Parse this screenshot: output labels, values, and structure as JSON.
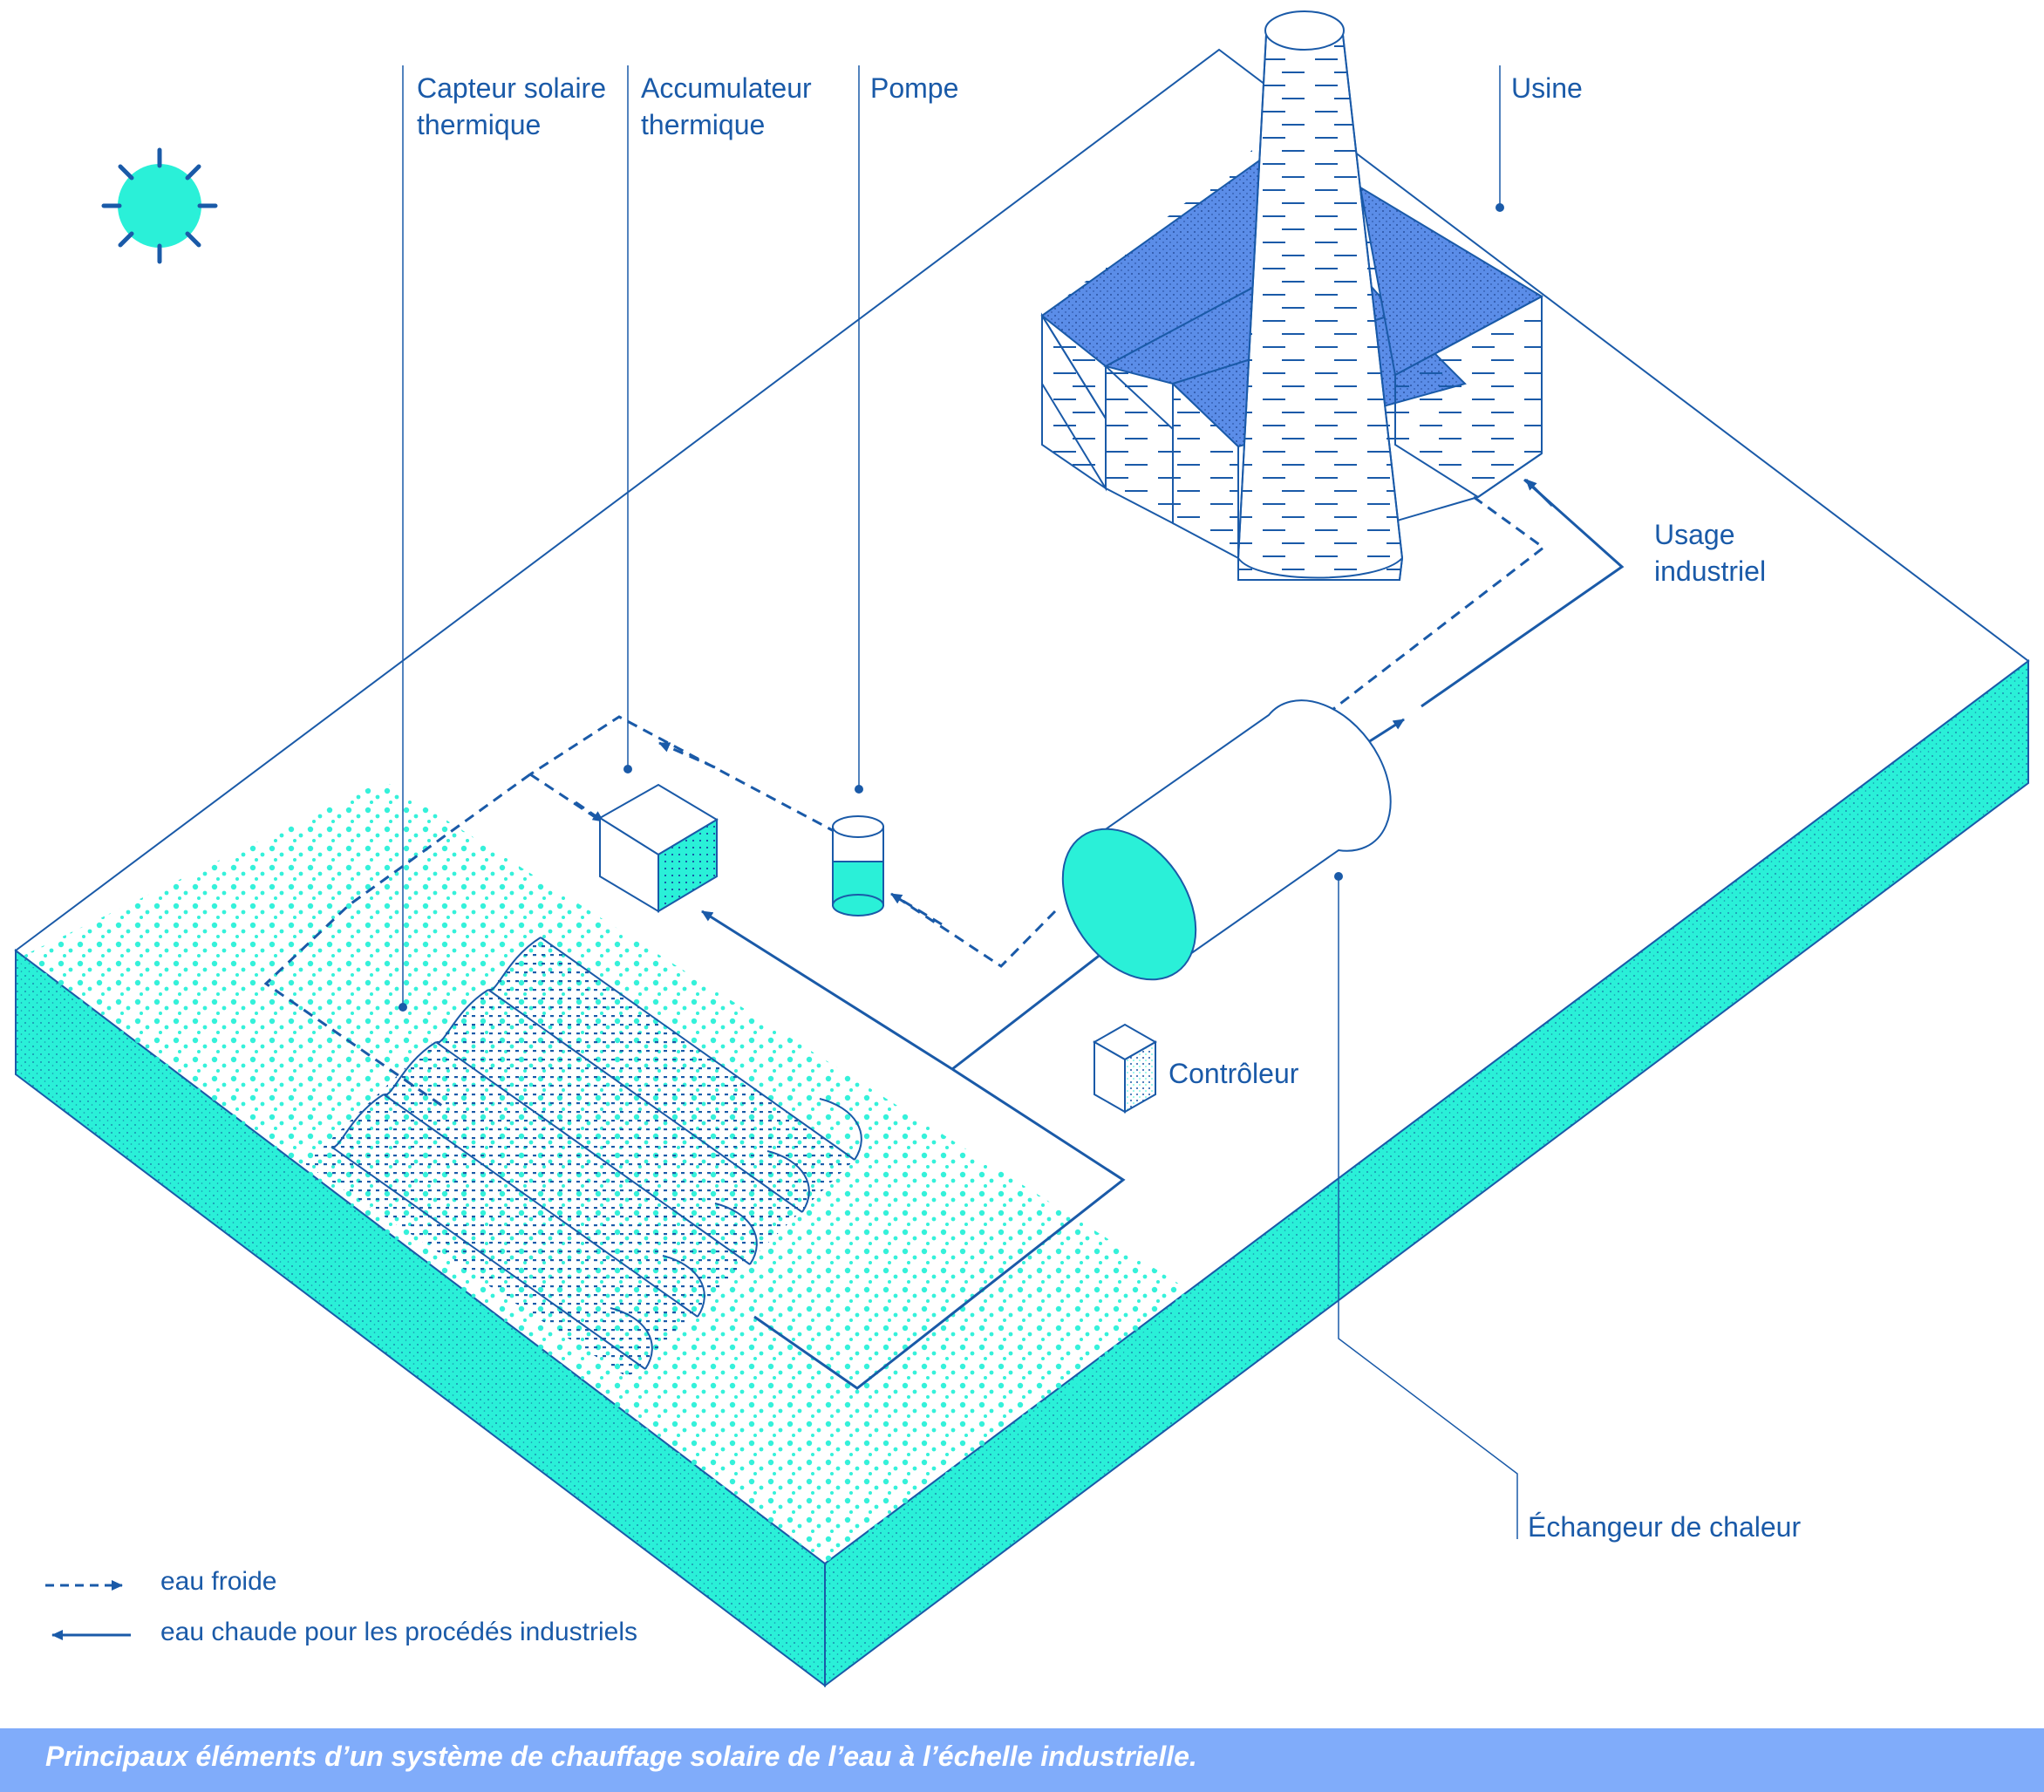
{
  "labels": {
    "solar_collector": "Capteur solaire\nthermique",
    "accumulator": "Accumulateur\nthermique",
    "pump": "Pompe",
    "factory": "Usine",
    "industrial_use": "Usage\nindustriel",
    "controller": "Contrôleur",
    "heat_exchanger": "Échangeur de chaleur"
  },
  "legend": {
    "cold_water": "eau froide",
    "hot_water": "eau chaude pour les procédés industriels"
  },
  "caption": "Principaux éléments d’un système de chauffage solaire de l’eau à l’échelle industrielle.",
  "colors": {
    "line": "#1a5aa8",
    "teal": "#2af0d8",
    "roof_blue": "#5b8de8",
    "caption_bar": "#80acfa"
  },
  "icons": [
    "sun-icon"
  ]
}
